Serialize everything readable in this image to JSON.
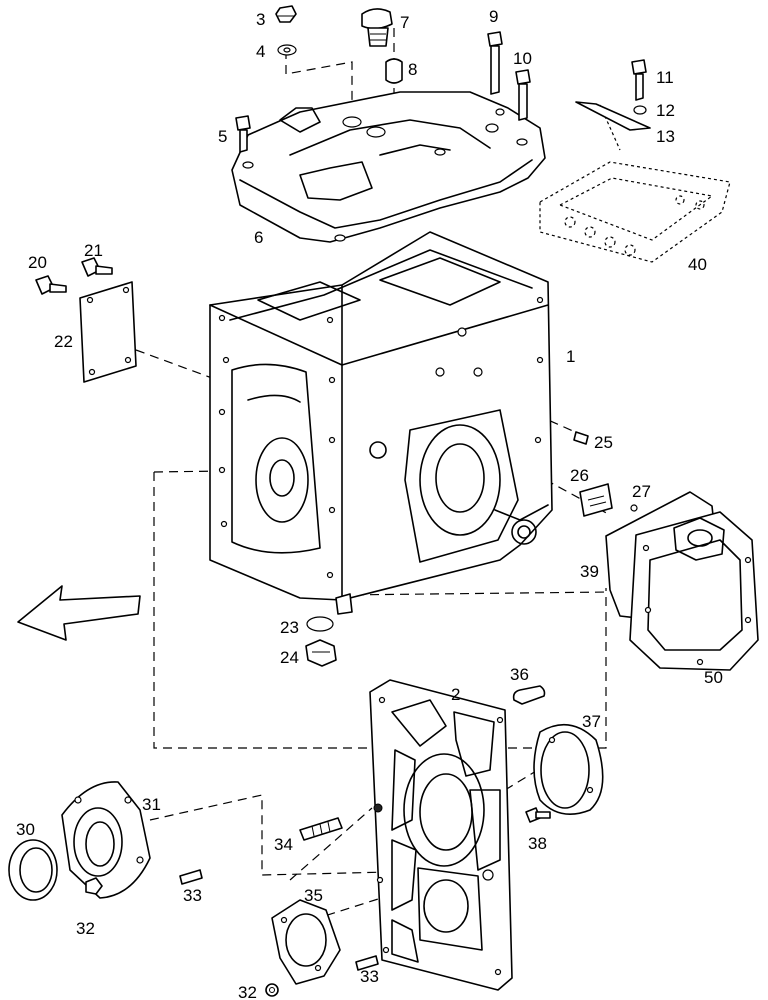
{
  "callouts": {
    "p1": "1",
    "p2": "2",
    "p3": "3",
    "p4": "4",
    "p5": "5",
    "p6": "6",
    "p7": "7",
    "p8": "8",
    "p9": "9",
    "p10": "10",
    "p11": "11",
    "p12": "12",
    "p13": "13",
    "p20": "20",
    "p21": "21",
    "p22": "22",
    "p23": "23",
    "p24": "24",
    "p25": "25",
    "p26": "26",
    "p27": "27",
    "p30": "30",
    "p31": "31",
    "p32a": "32",
    "p32b": "32",
    "p33a": "33",
    "p33b": "33",
    "p34": "34",
    "p35": "35",
    "p36": "36",
    "p37": "37",
    "p38": "38",
    "p39": "39",
    "p40": "40",
    "p50": "50"
  }
}
